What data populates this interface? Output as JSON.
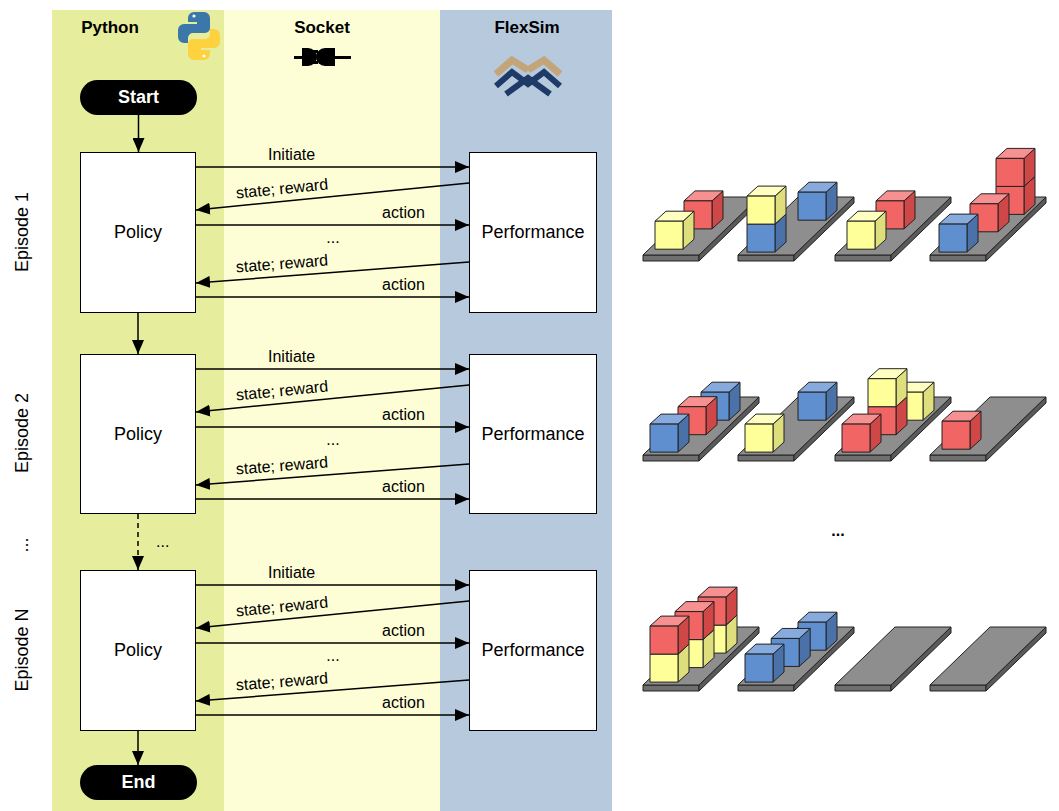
{
  "diagram": {
    "nodes": [
      {
        "text": [
          "Python"
        ]
      },
      {
        "text": [
          "Socket"
        ]
      },
      {
        "text": [
          "FlexSim"
        ]
      },
      {
        "text": [
          "Start"
        ],
        "in": 0
      },
      {
        "text": [
          "Policy"
        ],
        "in": 0
      },
      {
        "text": [
          "Performance"
        ],
        "in": 2
      },
      {
        "text": [
          "Policy"
        ],
        "in": 0
      },
      {
        "text": [
          "Performance"
        ],
        "in": 2
      },
      {
        "text": [
          "Policy"
        ],
        "in": 0
      },
      {
        "text": [
          "Performance"
        ],
        "in": 2
      },
      {
        "text": [
          "End"
        ],
        "in": 0
      }
    ],
    "edges": [
      {
        "from": 3,
        "to": 4,
        "arrow": "to"
      },
      {
        "from": 4,
        "to": 6,
        "arrow": "to"
      },
      {
        "from": 6,
        "to": 8,
        "arrow": "to",
        "label": "..."
      },
      {
        "from": 8,
        "to": 10,
        "arrow": "to"
      },
      {
        "from": 4,
        "to": 5,
        "arrow": "to",
        "label": "Initiate"
      },
      {
        "from": 5,
        "to": 4,
        "arrow": "to",
        "label": "state; reward"
      },
      {
        "from": 4,
        "to": 5,
        "arrow": "to",
        "label": "action"
      },
      {
        "from": 5,
        "to": 4,
        "arrow": "to",
        "label": "state; reward"
      },
      {
        "from": 4,
        "to": 5,
        "arrow": "to",
        "label": "action"
      },
      {
        "from": 6,
        "to": 7,
        "arrow": "to",
        "label": "Initiate"
      },
      {
        "from": 7,
        "to": 6,
        "arrow": "to",
        "label": "state; reward"
      },
      {
        "from": 6,
        "to": 7,
        "arrow": "to",
        "label": "action"
      },
      {
        "from": 7,
        "to": 6,
        "arrow": "to",
        "label": "state; reward"
      },
      {
        "from": 6,
        "to": 7,
        "arrow": "to",
        "label": "action"
      },
      {
        "from": 8,
        "to": 9,
        "arrow": "to",
        "label": "Initiate"
      },
      {
        "from": 9,
        "to": 8,
        "arrow": "to",
        "label": "state; reward"
      },
      {
        "from": 8,
        "to": 9,
        "arrow": "to",
        "label": "action"
      },
      {
        "from": 9,
        "to": 8,
        "arrow": "to",
        "label": "state; reward"
      },
      {
        "from": 8,
        "to": 9,
        "arrow": "to",
        "label": "action"
      }
    ],
    "labels": [
      "Episode 1",
      "Episode 2",
      "...",
      "Episode N",
      "...",
      "...",
      "...",
      "..."
    ]
  }
}
